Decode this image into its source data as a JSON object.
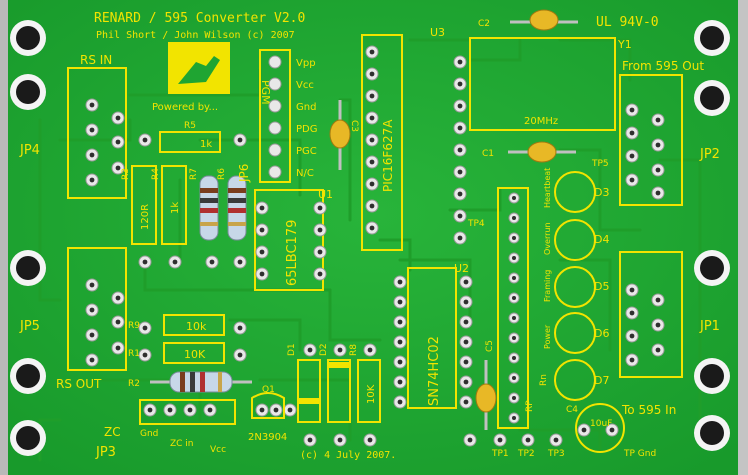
{
  "board": {
    "title": "RENARD / 595 Converter  V2.0",
    "credit": "Phil Short / John Wilson (c) 2007",
    "rating": "UL 94V-0",
    "date": "(c) 4 July 2007.",
    "powered_by": "Powered by...",
    "colors": {
      "pcb": "#1fa532",
      "silkscreen": "#f2e400",
      "pad": "#e8e8e8"
    }
  },
  "connectors": {
    "rs_in": "RS IN",
    "rs_out": "RS OUT",
    "from_595": "From 595 Out",
    "to_595": "To 595 In",
    "jp4": "JP4",
    "jp5": "JP5",
    "jp2": "JP2",
    "jp1": "JP1",
    "jp3": "JP3",
    "jp6": "JP6",
    "zc": "ZC",
    "zc_gnd": "Gnd",
    "zc_in": "ZC in",
    "zc_vcc": "Vcc"
  },
  "pgm": {
    "label": "PGM",
    "pins": [
      "Vpp",
      "Vcc",
      "Gnd",
      "PDG",
      "PGC",
      "N/C"
    ]
  },
  "chips": {
    "u1_label": "U1",
    "u1_part": "65LBC179",
    "u2_label": "U2",
    "u2_part": "SN74HC02",
    "u3_label": "U3",
    "u3_part": "PIC16F627A",
    "y1_label": "Y1",
    "y1_freq": "20MHz"
  },
  "resistors": {
    "r5": "R5",
    "r5_val": "1k",
    "r3": "R3",
    "r3_val": "120R",
    "r4": "R4",
    "r4_val": "1k",
    "r6": "R6",
    "r7": "R7",
    "r9": "R9",
    "r9_val": "10k",
    "r1": "R1",
    "r1_val": "10K",
    "r2": "R2",
    "r8": "R8",
    "r8_val": "10K"
  },
  "misc": {
    "d1": "D1",
    "d2": "D2",
    "q1": "Q1",
    "q1_part": "2N3904",
    "c1": "C1",
    "c2": "C2",
    "c3": "C3",
    "c4": "C4",
    "c5": "C5",
    "c4_val": "10uF",
    "tp1": "TP1",
    "tp2": "TP2",
    "tp3": "TP3",
    "tp4": "TP4",
    "tp5": "TP5",
    "tp_gnd": "TP Gnd",
    "rp": "RP",
    "rn": "Rn"
  },
  "leds": [
    {
      "ref": "D3",
      "label": "Heartbeat"
    },
    {
      "ref": "D4",
      "label": "Overrun"
    },
    {
      "ref": "D5",
      "label": "Framing"
    },
    {
      "ref": "D6",
      "label": "Power"
    },
    {
      "ref": "D7",
      "label": ""
    }
  ]
}
